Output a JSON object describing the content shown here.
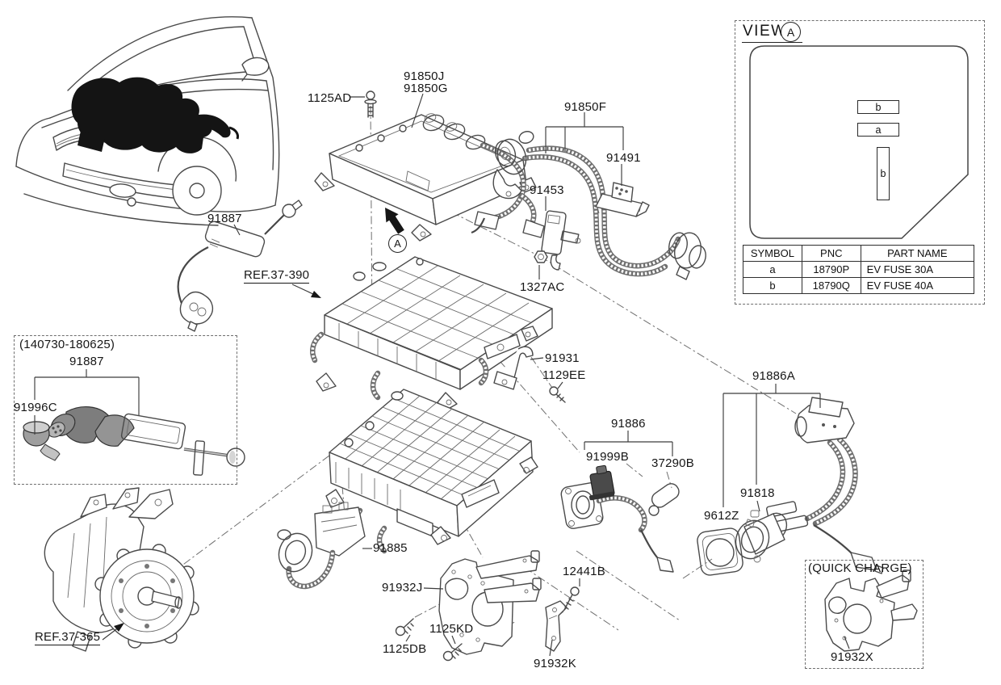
{
  "colors": {
    "line": "#4a4a4a",
    "text": "#161616"
  },
  "callouts": {
    "c91850j": "91850J",
    "c91850g": "91850G",
    "c1125ad": "1125AD",
    "c91850f": "91850F",
    "c91491": "91491",
    "c91453": "91453",
    "c1327ac": "1327AC",
    "c91887": "91887",
    "ref_37_390": "REF.37-390",
    "c91931": "91931",
    "c1129ee": "1129EE",
    "c91886a": "91886A",
    "c91886": "91886",
    "c91999b": "91999B",
    "c37290b": "37290B",
    "c9612z": "9612Z",
    "c91818": "91818",
    "c91885": "91885",
    "c91932j": "91932J",
    "c12441b": "12441B",
    "c1125db": "1125DB",
    "c1125kd": "1125KD",
    "c91932k": "91932K",
    "ref_37_365": "REF.37-365",
    "view_marker": "A"
  },
  "date_box": {
    "title": "(140730-180625)",
    "c91887": "91887",
    "c91996c": "91996C"
  },
  "qc_box": {
    "title": "(QUICK CHARGE)",
    "c91932x": "91932X"
  },
  "view_panel": {
    "title": "VIEW",
    "marker": "A",
    "fuse_slots": [
      {
        "label": "b"
      },
      {
        "label": "a"
      },
      {
        "label": "b"
      }
    ],
    "table": {
      "headers": [
        "SYMBOL",
        "PNC",
        "PART NAME"
      ],
      "rows": [
        {
          "symbol": "a",
          "pnc": "18790P",
          "part_name": "EV FUSE 30A"
        },
        {
          "symbol": "b",
          "pnc": "18790Q",
          "part_name": "EV FUSE 40A"
        }
      ]
    }
  }
}
